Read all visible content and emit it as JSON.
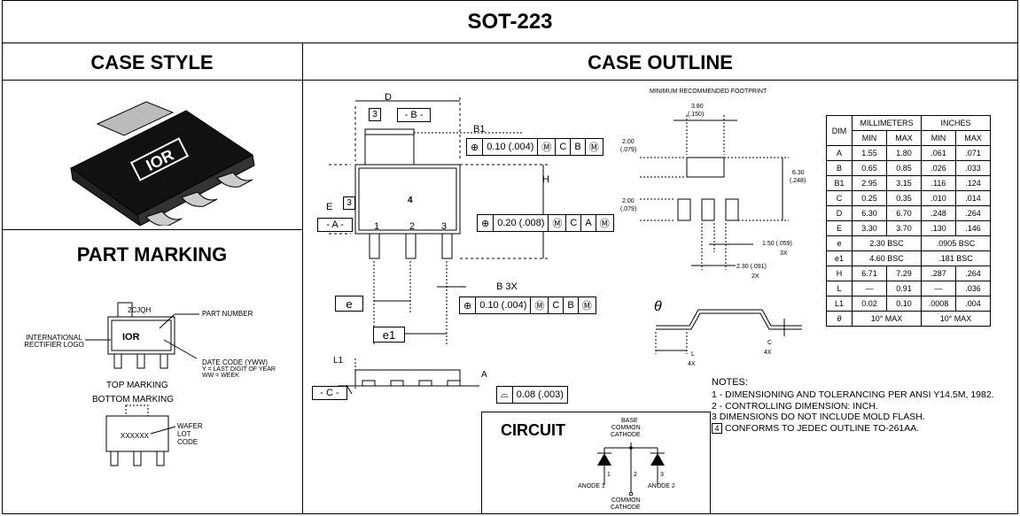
{
  "title": "SOT-223",
  "sections": {
    "case_style": "CASE STYLE",
    "case_outline": "CASE OUTLINE",
    "part_marking": "PART MARKING",
    "circuit": "CIRCUIT"
  },
  "package_logo": "IOR",
  "marking": {
    "part_number_code": "2CJQH",
    "part_number": "PART NUMBER",
    "logo_label": "INTERNATIONAL RECTIFIER LOGO",
    "date_code": "DATE CODE (YWW)",
    "date_y": "Y = LAST DIGIT OF YEAR",
    "date_ww": "WW = WEEK",
    "top": "TOP MARKING",
    "bottom": "BOTTOM MARKING",
    "wafer": "WAFER LOT CODE",
    "xcode": "XXXXXX"
  },
  "outline": {
    "d": "D",
    "datum_b": "- B -",
    "datum_a": "- A -",
    "datum_c": "- C -",
    "note3": "3",
    "e_label": "E",
    "b1": "B1",
    "h": "H",
    "pin1": "1",
    "pin2": "2",
    "pin3": "3",
    "pin4": "4",
    "b3x": "B 3X",
    "e": "e",
    "e1": "e1",
    "l1": "L1",
    "a": "A",
    "tol1": [
      "⊕",
      "0.10 (.004)",
      "Ⓜ",
      "C",
      "B",
      "Ⓜ"
    ],
    "tol2": [
      "⊕",
      "0.20 (.008)",
      "Ⓜ",
      "C",
      "A",
      "Ⓜ"
    ],
    "tol3": [
      "⊕",
      "0.10 (.004)",
      "Ⓜ",
      "C",
      "B",
      "Ⓜ"
    ],
    "flat": [
      "⌓",
      "0.08 (.003)"
    ]
  },
  "footprint": {
    "title": "MINIMUM RECOMMENDED FOOTPRINT",
    "w1": "3.80",
    "w1i": "(.150)",
    "h1": "2.00",
    "h1i": "(.079)",
    "h2": "2.00",
    "h2i": "(.079)",
    "tot": "6.30",
    "toti": "(.248)",
    "p1": "1.50 (.059)",
    "p1x": "3X",
    "p2": "2.30 (.091)",
    "p2x": "2X"
  },
  "side": {
    "theta": "θ",
    "l": "L",
    "l4x": "4X",
    "c": "C",
    "c4x": "4X"
  },
  "table": {
    "head": [
      "DIM",
      "MILLIMETERS",
      "INCHES"
    ],
    "sub": [
      "MIN",
      "MAX",
      "MIN",
      "MAX"
    ],
    "rows": [
      [
        "A",
        "1.55",
        "1.80",
        ".061",
        ".071"
      ],
      [
        "B",
        "0.65",
        "0.85",
        ".026",
        ".033"
      ],
      [
        "B1",
        "2.95",
        "3.15",
        ".116",
        ".124"
      ],
      [
        "C",
        "0.25",
        "0.35",
        ".010",
        ".014"
      ],
      [
        "D",
        "6.30",
        "6.70",
        ".248",
        ".264"
      ],
      [
        "E",
        "3.30",
        "3.70",
        ".130",
        ".146"
      ]
    ],
    "bsc": [
      [
        "e",
        "2.30  BSC",
        ".0905  BSC"
      ],
      [
        "e1",
        "4.60  BSC",
        ".181  BSC"
      ]
    ],
    "rows2": [
      [
        "H",
        "6.71",
        "7.29",
        ".287",
        ".264"
      ],
      [
        "L",
        "—",
        "0.91",
        "—",
        ".036"
      ],
      [
        "L1",
        "0.02",
        "0.10",
        ".0008",
        ".004"
      ]
    ],
    "theta": [
      "θ",
      "10° MAX",
      "10° MAX"
    ]
  },
  "notes": {
    "head": "NOTES:",
    "n1": "1 - DIMENSIONING AND TOLERANCING PER ANSI Y14.5M, 1982.",
    "n2": "2 - CONTROLLING DIMENSION: INCH.",
    "n3": "3   DIMENSIONS DO NOT INCLUDE MOLD FLASH.",
    "n4num": "4",
    "n4": "CONFORMS TO JEDEC OUTLINE TO-261AA."
  },
  "circuit": {
    "base": "BASE",
    "common": "COMMON",
    "cathode": "CATHODE",
    "pin1": "1",
    "pin2": "2",
    "pin3": "3",
    "anode1": "ANODE 1",
    "anode2": "ANODE 2",
    "bcommon": "COMMON",
    "bcathode": "CATHODE"
  }
}
